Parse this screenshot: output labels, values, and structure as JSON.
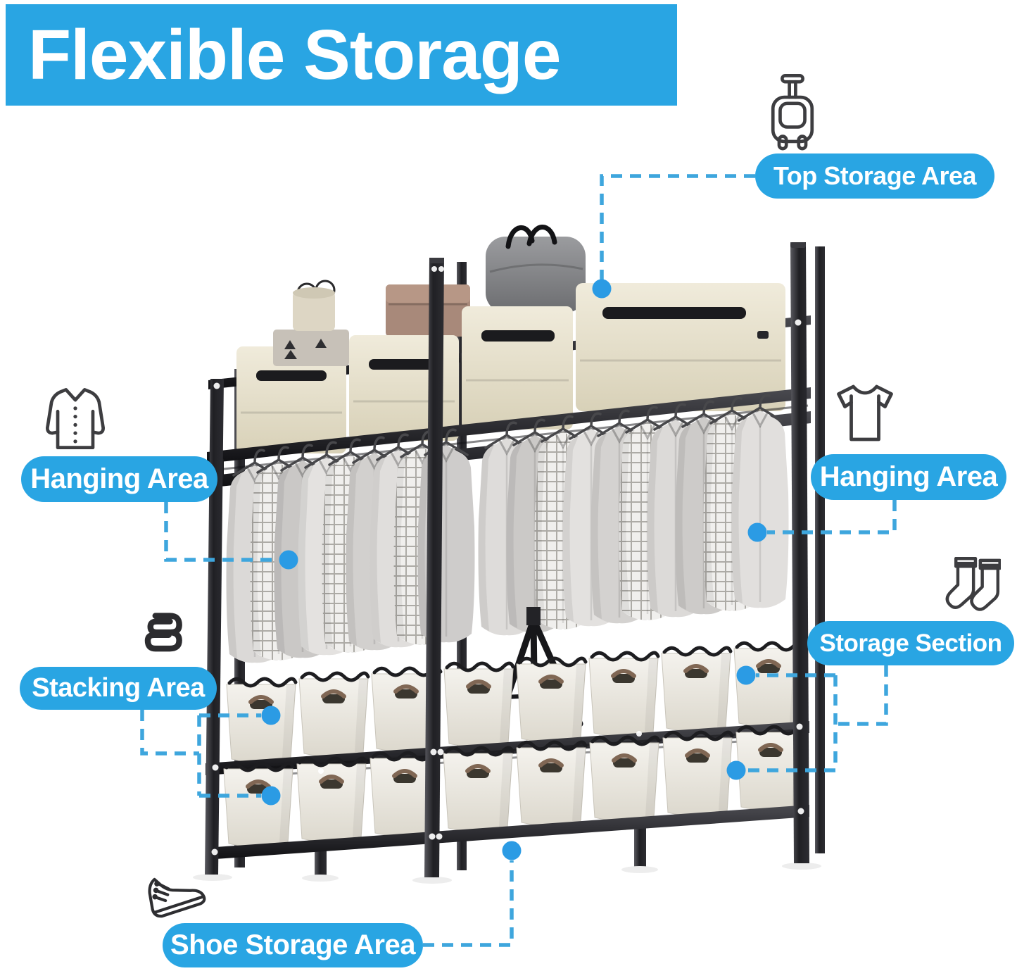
{
  "title": {
    "text": "Flexible Storage"
  },
  "colors": {
    "accent": "#29a5e3",
    "dash": "#3ea6dd",
    "dot": "#2b9be4",
    "frame": "#1c1c20",
    "bin": "#eceae2",
    "box": "#e8e2d0"
  },
  "callouts": {
    "top_storage": {
      "label": "Top Storage Area",
      "icon": "luggage-icon"
    },
    "hanging_left": {
      "label": "Hanging Area",
      "icon": "dress-shirt-icon"
    },
    "hanging_right": {
      "label": "Hanging Area",
      "icon": "tshirt-icon"
    },
    "stacking": {
      "label": "Stacking Area",
      "icon": "stack-icon"
    },
    "storage_section": {
      "label": "Storage Section",
      "icon": "socks-icon"
    },
    "shoe_storage": {
      "label": "Shoe Storage Area",
      "icon": "sneaker-icon"
    }
  }
}
